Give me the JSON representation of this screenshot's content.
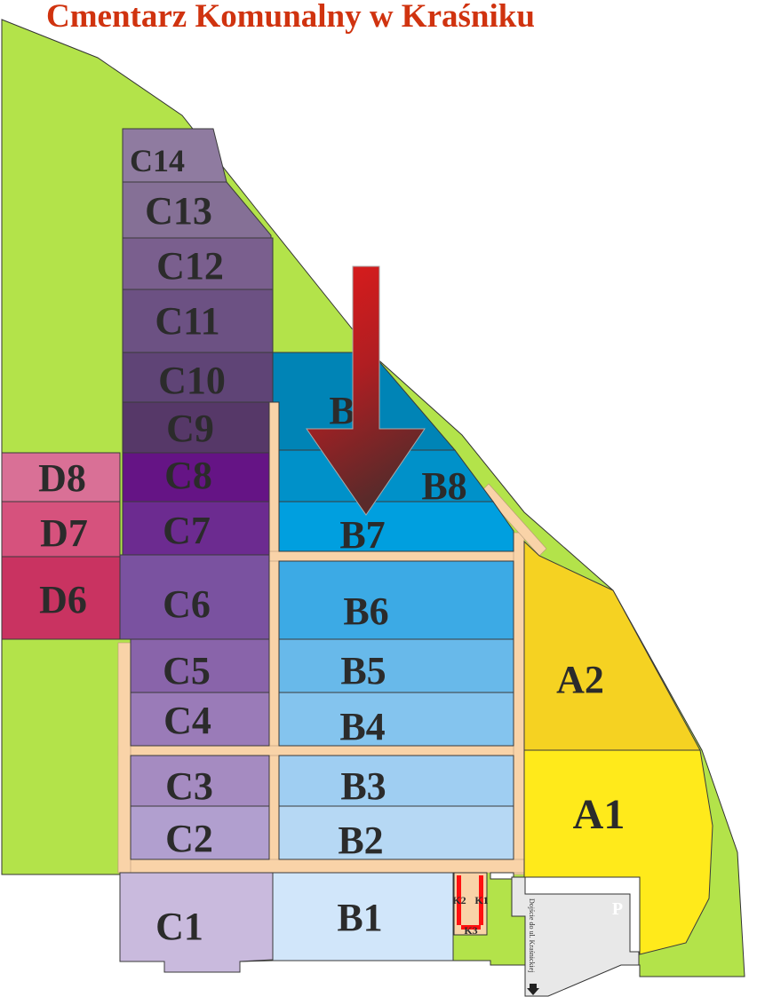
{
  "title": "Cmentarz Komunalny w Kraśniku",
  "colors": {
    "title": "#d0330f",
    "green": "#b3e34a",
    "path": "#f9d3a8",
    "arrow_top": "#e01b1b",
    "arrow_bottom": "#5a2a2a"
  },
  "sections": {
    "C14": {
      "label": "C14",
      "color": "#8f7ba0"
    },
    "C13": {
      "label": "C13",
      "color": "#857096"
    },
    "C12": {
      "label": "C12",
      "color": "#7a5f8e"
    },
    "C11": {
      "label": "C11",
      "color": "#6c5183"
    },
    "C10": {
      "label": "C10",
      "color": "#5f4476"
    },
    "C9": {
      "label": "C9",
      "color": "#563868"
    },
    "C8": {
      "label": "C8",
      "color": "#651485"
    },
    "C7": {
      "label": "C7",
      "color": "#6c2b90"
    },
    "C6": {
      "label": "C6",
      "color": "#7a52a0"
    },
    "C5": {
      "label": "C5",
      "color": "#8964aa"
    },
    "C4": {
      "label": "C4",
      "color": "#9a7bb8"
    },
    "C3": {
      "label": "C3",
      "color": "#a58bc1"
    },
    "C2": {
      "label": "C2",
      "color": "#b19fcf"
    },
    "C1": {
      "label": "C1",
      "color": "#c9badd"
    },
    "D8": {
      "label": "D8",
      "color": "#d97096"
    },
    "D7": {
      "label": "D7",
      "color": "#d6527d"
    },
    "D6": {
      "label": "D6",
      "color": "#c93361"
    },
    "B9": {
      "label": "B9",
      "color": "#0084b6"
    },
    "B8": {
      "label": "B8",
      "color": "#0091c9"
    },
    "B7": {
      "label": "B7",
      "color": "#009fdf"
    },
    "B6": {
      "label": "B6",
      "color": "#3caae5"
    },
    "B5": {
      "label": "B5",
      "color": "#68b9ea"
    },
    "B4": {
      "label": "B4",
      "color": "#84c4ee"
    },
    "B3": {
      "label": "B3",
      "color": "#9fcef2"
    },
    "B2": {
      "label": "B2",
      "color": "#b6d8f4"
    },
    "B1": {
      "label": "B1",
      "color": "#d1e6fa"
    },
    "A2": {
      "label": "A2",
      "color": "#f5d222"
    },
    "A1": {
      "label": "A1",
      "color": "#ffea1b"
    }
  },
  "chapels": {
    "k1": "K1",
    "k2": "K2",
    "k3": "K3",
    "bar_color": "#ff1010"
  },
  "parking": {
    "label": "P",
    "color": "#e8e8e8"
  },
  "access_road_label": "Dojście do ul. Kraśnickiej"
}
